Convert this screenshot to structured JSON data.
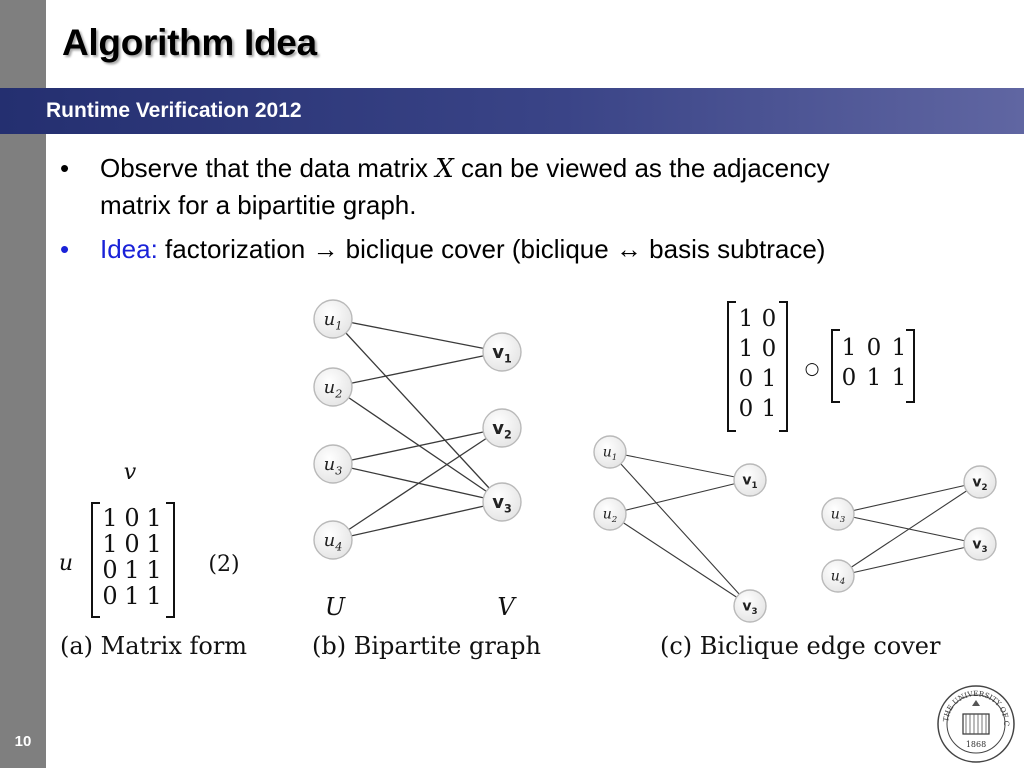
{
  "slide": {
    "title": "Algorithm Idea",
    "subtitle": "Runtime Verification 2012",
    "number": "10"
  },
  "bullets": [
    {
      "text_before": "Observe that the data matrix ",
      "math": "X",
      "text_after": " can be viewed as the adjacency",
      "line2": "matrix for a bipartitie graph."
    },
    {
      "label": "Idea:",
      "text": " factorization → biclique cover (biclique ↔ basis subtrace)"
    }
  ],
  "figure": {
    "matrix_form": {
      "col_label": "v",
      "row_label": "u",
      "rows": [
        [
          "1",
          "0",
          "1"
        ],
        [
          "1",
          "0",
          "1"
        ],
        [
          "0",
          "1",
          "1"
        ],
        [
          "0",
          "1",
          "1"
        ]
      ],
      "eq_number": "(2)",
      "caption": "(a)  Matrix form"
    },
    "bipartite": {
      "left_set_label": "U",
      "right_set_label": "V",
      "caption": "(b)  Bipartite graph",
      "left_nodes": [
        {
          "id": "u1",
          "base": "u",
          "sub": "1"
        },
        {
          "id": "u2",
          "base": "u",
          "sub": "2"
        },
        {
          "id": "u3",
          "base": "u",
          "sub": "3"
        },
        {
          "id": "u4",
          "base": "u",
          "sub": "4"
        }
      ],
      "right_nodes": [
        {
          "id": "v1",
          "base": "v",
          "sub": "1"
        },
        {
          "id": "v2",
          "base": "v",
          "sub": "2"
        },
        {
          "id": "v3",
          "base": "v",
          "sub": "3"
        }
      ],
      "edges": [
        [
          "u1",
          "v1"
        ],
        [
          "u1",
          "v3"
        ],
        [
          "u2",
          "v1"
        ],
        [
          "u2",
          "v3"
        ],
        [
          "u3",
          "v2"
        ],
        [
          "u3",
          "v3"
        ],
        [
          "u4",
          "v2"
        ],
        [
          "u4",
          "v3"
        ]
      ]
    },
    "factorization": {
      "left_matrix": [
        [
          "1",
          "0"
        ],
        [
          "1",
          "0"
        ],
        [
          "0",
          "1"
        ],
        [
          "0",
          "1"
        ]
      ],
      "operator": "○",
      "right_matrix": [
        [
          "1",
          "0",
          "1"
        ],
        [
          "0",
          "1",
          "1"
        ]
      ]
    },
    "biclique_cover": {
      "caption": "(c)  Biclique edge cover",
      "biclique1": {
        "left": [
          {
            "id": "u1",
            "base": "u",
            "sub": "1"
          },
          {
            "id": "u2",
            "base": "u",
            "sub": "2"
          }
        ],
        "right": [
          {
            "id": "v1",
            "base": "v",
            "sub": "1"
          },
          {
            "id": "v3",
            "base": "v",
            "sub": "3"
          }
        ],
        "edges": [
          [
            "u1",
            "v1"
          ],
          [
            "u1",
            "v3"
          ],
          [
            "u2",
            "v1"
          ],
          [
            "u2",
            "v3"
          ]
        ]
      },
      "biclique2": {
        "left": [
          {
            "id": "u3",
            "base": "u",
            "sub": "3"
          },
          {
            "id": "u4",
            "base": "u",
            "sub": "4"
          }
        ],
        "right": [
          {
            "id": "v2",
            "base": "v",
            "sub": "2"
          },
          {
            "id": "v3",
            "base": "v",
            "sub": "3"
          }
        ],
        "edges": [
          [
            "u3",
            "v2"
          ],
          [
            "u3",
            "v3"
          ],
          [
            "u4",
            "v2"
          ],
          [
            "u4",
            "v3"
          ]
        ]
      }
    }
  },
  "seal": {
    "text": "THE UNIVERSITY OF CALIFORNIA",
    "year": "1868"
  },
  "colors": {
    "sidebar": "#7f7f7f",
    "banner": "#2b3577",
    "idea_label": "#1a22d8"
  }
}
